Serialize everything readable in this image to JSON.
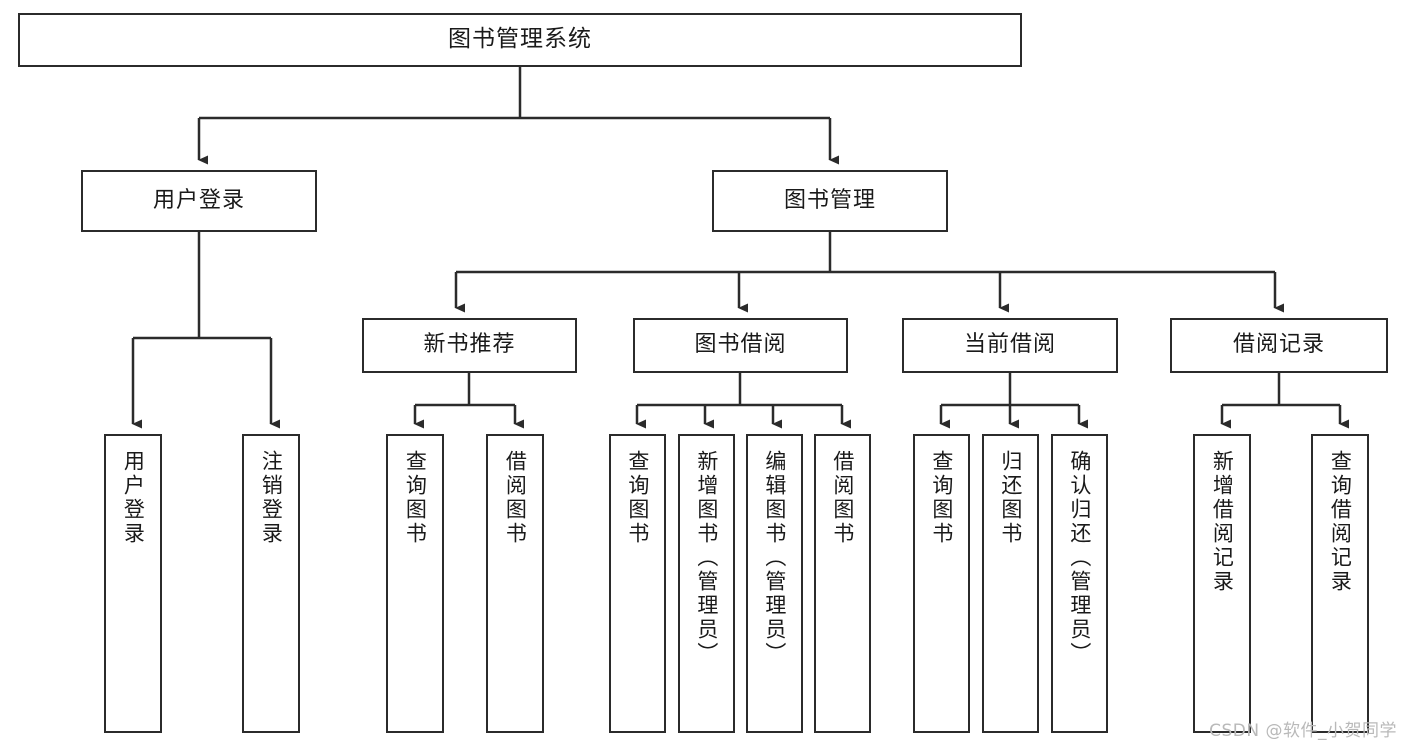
{
  "diagram": {
    "title": "图书管理系统",
    "type": "tree-hierarchy-diagram",
    "watermark": "CSDN @软件_小贺同学",
    "colors": {
      "stroke": "#2b2b2b",
      "fill": "#ffffff",
      "text": "#1a1a1a",
      "watermark": "#b9b9b9"
    },
    "root": {
      "label": "图书管理系统"
    },
    "level2": [
      {
        "id": "user-login",
        "label": "用户登录"
      },
      {
        "id": "book-management",
        "label": "图书管理"
      }
    ],
    "level3": [
      {
        "id": "new-book-recommend",
        "label": "新书推荐"
      },
      {
        "id": "book-borrow",
        "label": "图书借阅"
      },
      {
        "id": "current-borrow",
        "label": "当前借阅"
      },
      {
        "id": "borrow-record",
        "label": "借阅记录"
      }
    ],
    "leaves": {
      "user_login": [
        {
          "id": "leaf-user-login",
          "label": "用户登录"
        },
        {
          "id": "leaf-logout-login",
          "label": "注销登录"
        }
      ],
      "new_book_recommend": [
        {
          "id": "leaf-query-book-1",
          "label": "查询图书"
        },
        {
          "id": "leaf-borrow-book-1",
          "label": "借阅图书"
        }
      ],
      "book_borrow": [
        {
          "id": "leaf-query-book-2",
          "label": "查询图书"
        },
        {
          "id": "leaf-add-book",
          "label": "新增图书（管理员）"
        },
        {
          "id": "leaf-edit-book",
          "label": "编辑图书（管理员）"
        },
        {
          "id": "leaf-borrow-book-2",
          "label": "借阅图书"
        }
      ],
      "current_borrow": [
        {
          "id": "leaf-query-book-3",
          "label": "查询图书"
        },
        {
          "id": "leaf-return-book",
          "label": "归还图书"
        },
        {
          "id": "leaf-confirm-return",
          "label": "确认归还（管理员）"
        }
      ],
      "borrow_record": [
        {
          "id": "leaf-add-record",
          "label": "新增借阅记录"
        },
        {
          "id": "leaf-query-record",
          "label": "查询借阅记录"
        }
      ]
    }
  }
}
